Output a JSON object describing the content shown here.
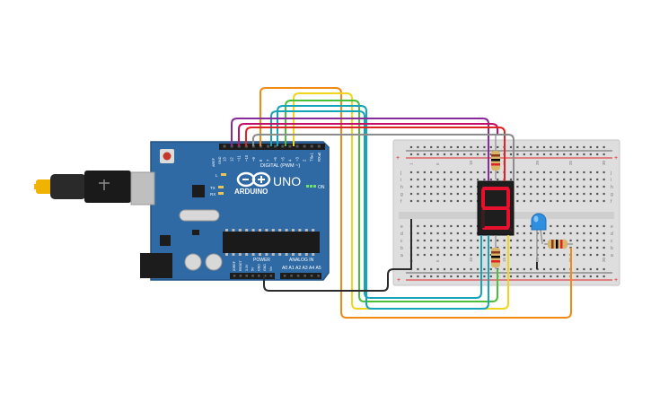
{
  "arduino": {
    "brand": "ARDUINO",
    "model": "UNO",
    "on_label": "ON",
    "digital_label": "DIGITAL (PWM ~)",
    "power_label": "POWER",
    "analog_label": "ANALOG IN",
    "tx_label": "TX",
    "rx_label": "RX",
    "l_label": "L",
    "aref_label": "AREF",
    "gnd_label": "GND",
    "digital_pins": [
      "13",
      "12",
      "~11",
      "~10",
      "~9",
      "8",
      "7",
      "~6",
      "~5",
      "4",
      "~3",
      "2",
      "TX▸1",
      "RX◂0"
    ],
    "power_pins": [
      "IOREF",
      "RESET",
      "3.3V",
      "5V",
      "GND",
      "GND",
      "Vin"
    ],
    "analog_pins": [
      "A0",
      "A1",
      "A2",
      "A3",
      "A4",
      "A5"
    ],
    "board_color": "#2f6aa5"
  },
  "breadboard": {
    "row_letters_top": [
      "j",
      "i",
      "h",
      "g",
      "f"
    ],
    "row_letters_bottom": [
      "e",
      "d",
      "c",
      "b",
      "a"
    ],
    "plus": "+",
    "minus": "-",
    "column_numbers": [
      "1",
      "5",
      "10",
      "15",
      "20",
      "25",
      "30"
    ]
  },
  "seven_segment": {
    "digit": "9",
    "segment_color": "#e8112d"
  },
  "led": {
    "color": "#2e8fe0"
  },
  "wire_colors": {
    "orange": "#f08a14",
    "yellow": "#f1d51c",
    "green": "#4cbf3a",
    "teal": "#17a3b8",
    "purple": "#8a2b9b",
    "red": "#e02424",
    "magenta": "#c0106a",
    "gray": "#8c8c8c",
    "black": "#2a2a2a"
  }
}
